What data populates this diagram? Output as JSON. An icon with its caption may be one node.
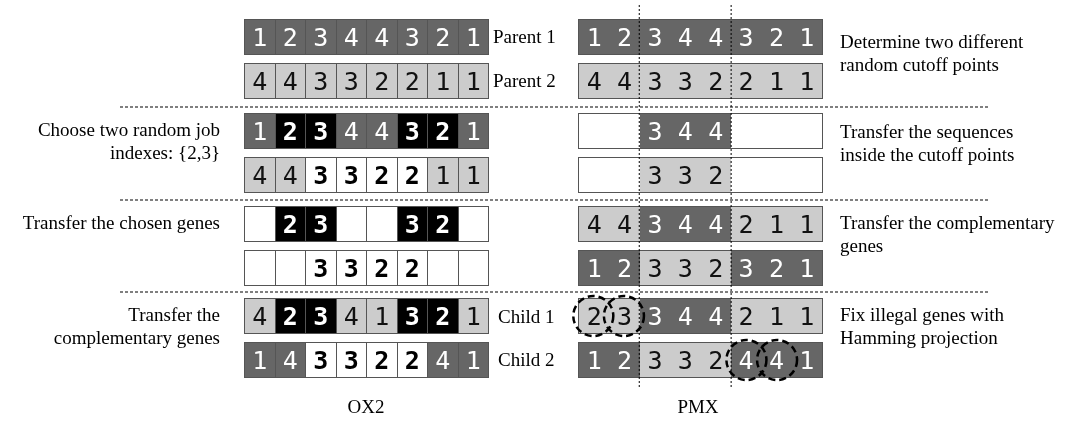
{
  "diagram": {
    "nodes": [
      {
        "text": [
          "1",
          "2",
          "3",
          "4",
          "4",
          "3",
          "2",
          "1"
        ]
      },
      {
        "text": [
          "1",
          "2",
          "3",
          "4",
          "4",
          "3",
          "2",
          "1"
        ]
      },
      {
        "text": [
          "4",
          "4",
          "3",
          "3",
          "2",
          "2",
          "1",
          "1"
        ]
      },
      {
        "text": [
          "4",
          "4",
          "3",
          "3",
          "2",
          "2",
          "1",
          "1"
        ]
      },
      {
        "text": [
          "1",
          "2",
          "3",
          "4",
          "4",
          "3",
          "2",
          "1"
        ]
      },
      {
        "text": [
          "3",
          "4",
          "4"
        ]
      },
      {
        "text": [
          "4",
          "4",
          "3",
          "3",
          "2",
          "2",
          "1",
          "1"
        ]
      },
      {
        "text": [
          "3",
          "3",
          "2"
        ]
      },
      {
        "text": [
          "2",
          "3",
          "3",
          "2"
        ]
      },
      {
        "text": [
          "4",
          "4",
          "3",
          "4",
          "4",
          "2",
          "1",
          "1"
        ]
      },
      {
        "text": [
          "3",
          "3",
          "2",
          "2"
        ]
      },
      {
        "text": [
          "1",
          "2",
          "3",
          "3",
          "2",
          "3",
          "2",
          "1"
        ]
      },
      {
        "text": [
          "4",
          "2",
          "3",
          "4",
          "1",
          "3",
          "2",
          "1"
        ]
      },
      {
        "text": [
          "2",
          "3",
          "3",
          "4",
          "4",
          "2",
          "1",
          "1"
        ]
      },
      {
        "text": [
          "1",
          "4",
          "3",
          "3",
          "2",
          "2",
          "4",
          "1"
        ]
      },
      {
        "text": [
          "1",
          "2",
          "3",
          "3",
          "2",
          "4",
          "4",
          "1"
        ]
      }
    ],
    "labels": [
      "Parent 1",
      "Parent 2",
      "Determine two different random cutoff points",
      "Choose two random job indexes: {2,3}",
      "Transfer the sequences inside the cutoff points",
      "Transfer the chosen genes",
      "Transfer the complementary genes",
      "Transfer the complementary genes",
      "Child 1",
      "Child 2",
      "Fix illegal genes with Hamming projection",
      "OX2",
      "PMX"
    ]
  }
}
